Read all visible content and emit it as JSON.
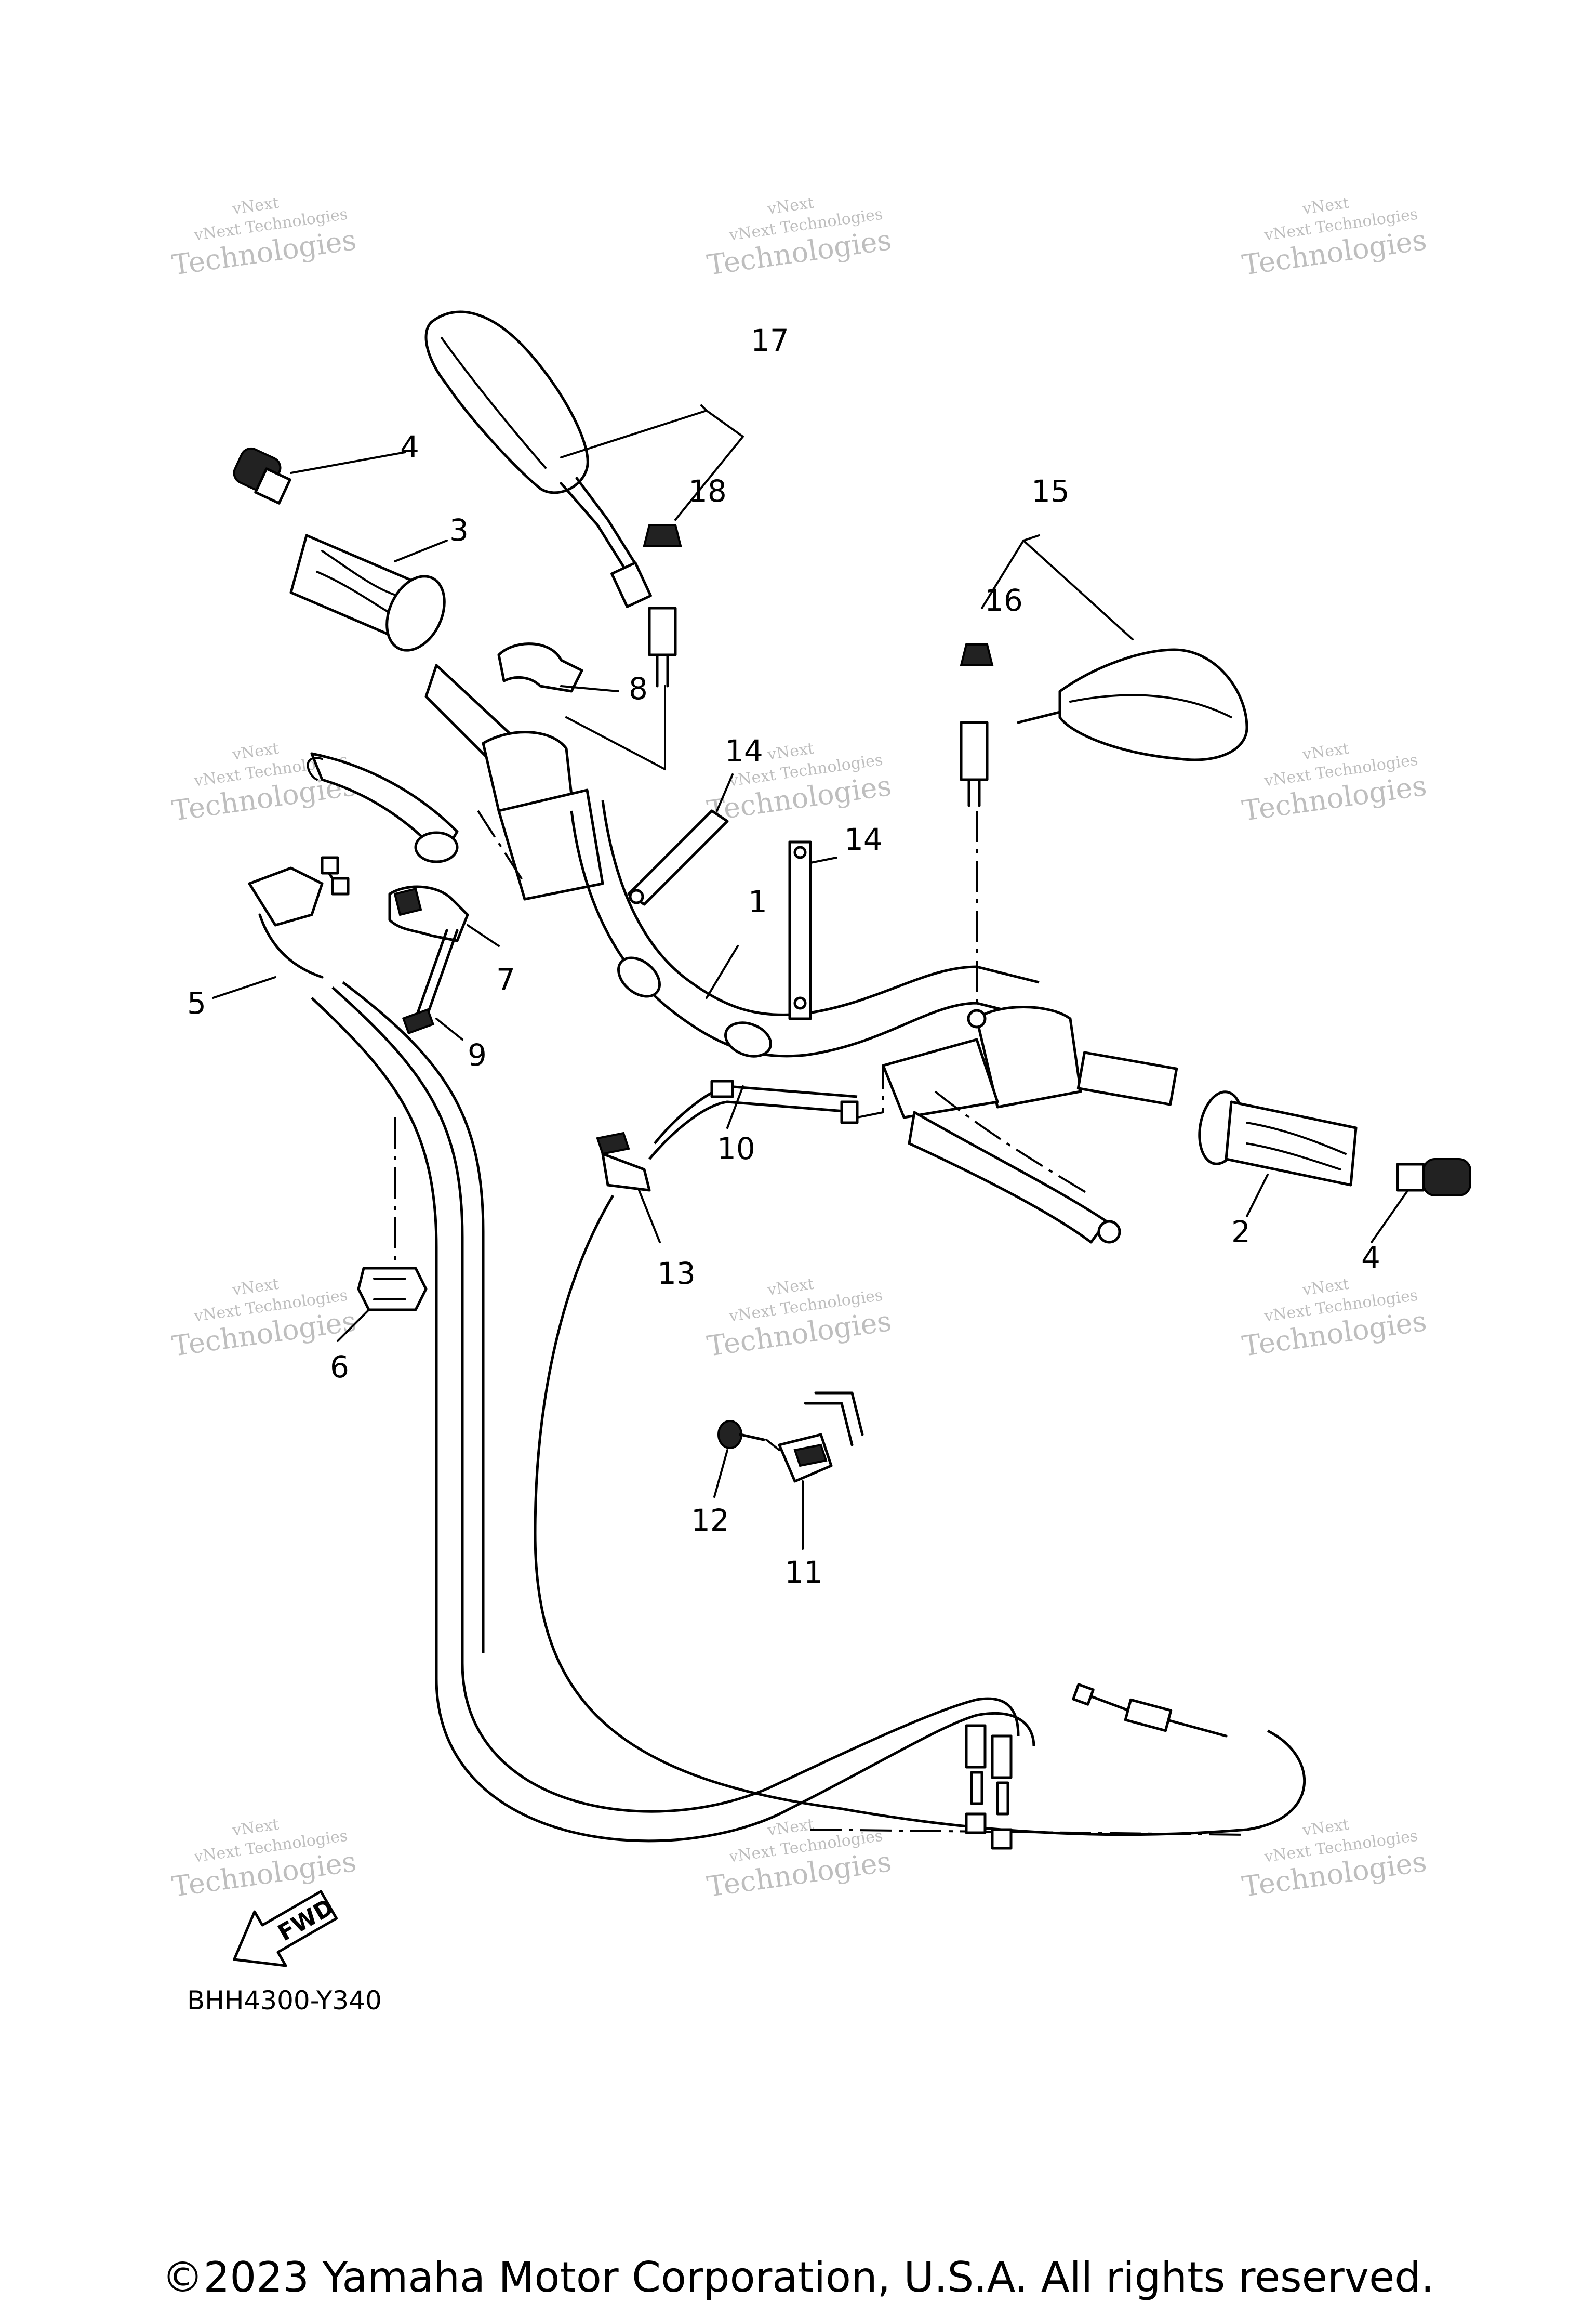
{
  "callouts": [
    {
      "id": "1",
      "label": "1"
    },
    {
      "id": "2",
      "label": "2"
    },
    {
      "id": "3",
      "label": "3"
    },
    {
      "id": "4a",
      "label": "4"
    },
    {
      "id": "4b",
      "label": "4"
    },
    {
      "id": "5",
      "label": "5"
    },
    {
      "id": "6",
      "label": "6"
    },
    {
      "id": "7",
      "label": "7"
    },
    {
      "id": "8",
      "label": "8"
    },
    {
      "id": "9",
      "label": "9"
    },
    {
      "id": "10",
      "label": "10"
    },
    {
      "id": "11",
      "label": "11"
    },
    {
      "id": "12",
      "label": "12"
    },
    {
      "id": "13",
      "label": "13"
    },
    {
      "id": "14a",
      "label": "14"
    },
    {
      "id": "14b",
      "label": "14"
    },
    {
      "id": "15",
      "label": "15"
    },
    {
      "id": "16",
      "label": "16"
    },
    {
      "id": "17",
      "label": "17"
    },
    {
      "id": "18",
      "label": "18"
    }
  ],
  "watermark": {
    "line1": "vNext",
    "line2": "vNext Technologies",
    "line3": "Technologies"
  },
  "fwd_label": "FWD",
  "diagram_code": "BHH4300-Y340",
  "copyright": "©2023 Yamaha Motor Corporation, U.S.A. All rights reserved."
}
